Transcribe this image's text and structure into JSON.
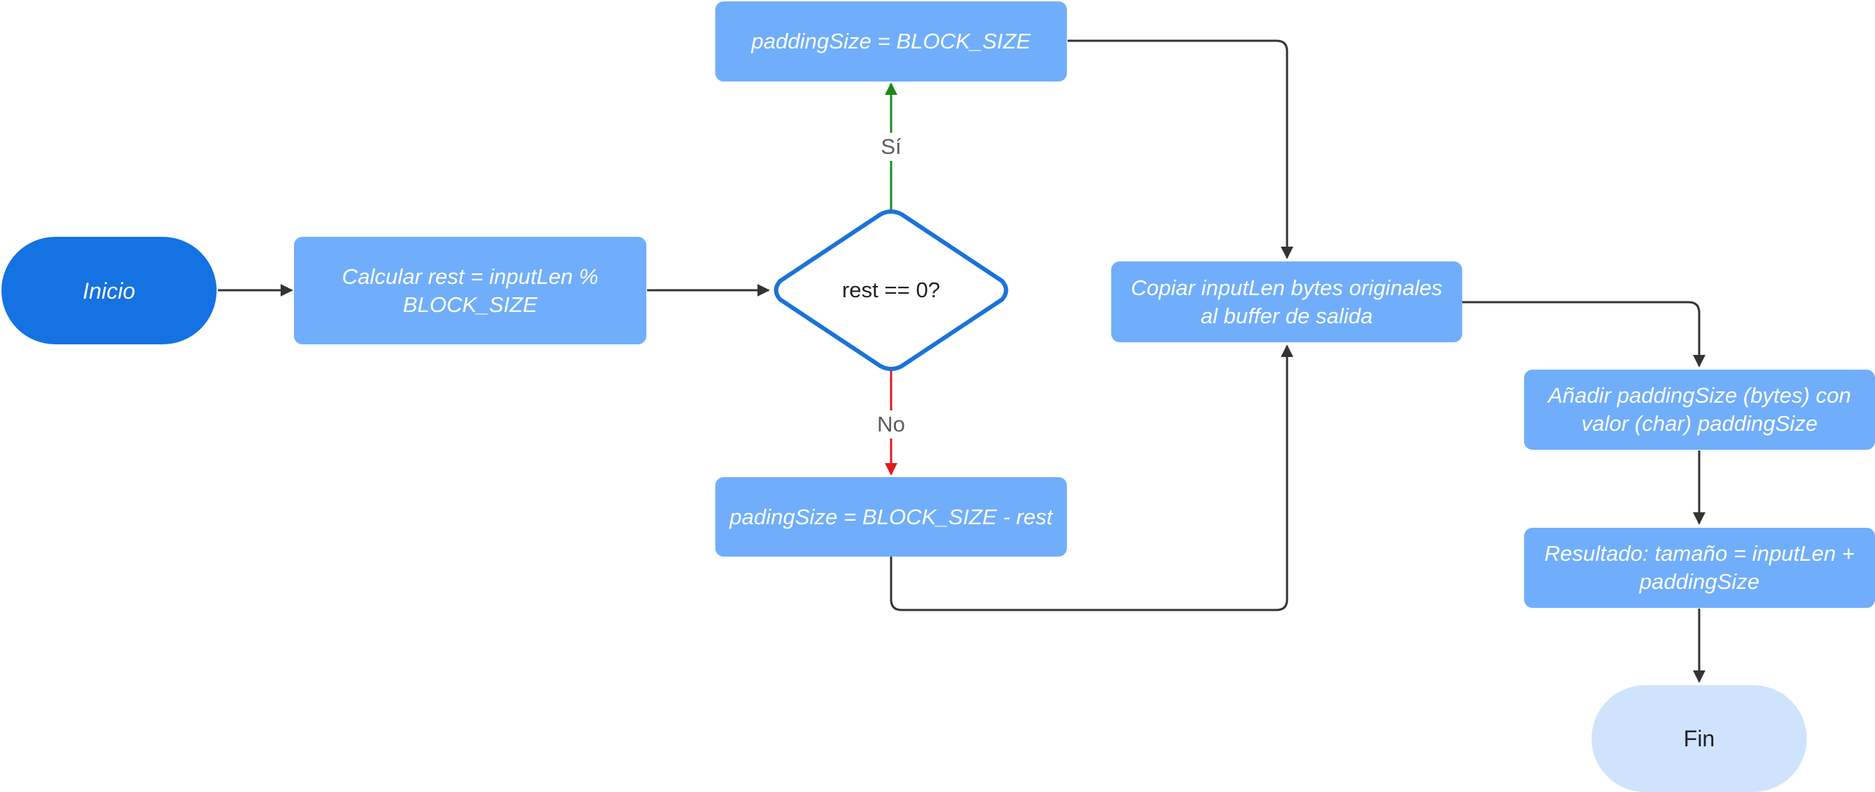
{
  "nodes": {
    "inicio": "Inicio",
    "calc": "Calcular rest = inputLen % BLOCK_SIZE",
    "decision": "rest == 0?",
    "padding_yes": "paddingSize = BLOCK_SIZE",
    "padding_no": "padingSize = BLOCK_SIZE - rest",
    "copy": "Copiar inputLen bytes originales al buffer de salida",
    "append": "Añadir paddingSize (bytes) con valor (char) paddingSize",
    "result": "Resultado: tamaño = inputLen + paddingSize",
    "fin": "Fin"
  },
  "edge_labels": {
    "yes": "Sí",
    "no": "No"
  },
  "colors": {
    "start": "#1572e2",
    "process": "#70aefb",
    "end": "#cfe3fc",
    "decision_border": "#1a73d8",
    "arrow": "#333333",
    "yes_arrow": "#1a8a1a",
    "no_arrow": "#e01b1b"
  }
}
